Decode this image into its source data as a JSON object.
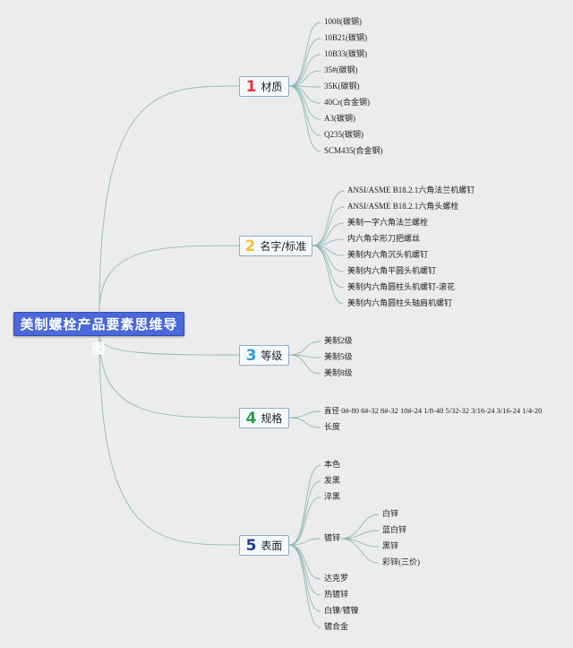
{
  "root": {
    "title": "美制螺栓产品要素思维导图"
  },
  "branches": [
    {
      "num": "1",
      "label": "材质",
      "color": "#e8343c",
      "items": [
        "1008(碳钢)",
        "10B21(碳钢)",
        "10B33(碳钢)",
        "35#(碳钢)",
        "35K(碳钢)",
        "40Cr(合金钢)",
        "A3(碳钢)",
        "Q235(碳钢)",
        "SCM435(合金钢)"
      ]
    },
    {
      "num": "2",
      "label": "名字/标准",
      "color": "#f2c032",
      "items": [
        "ANSI/ASME B18.2.1六角法兰机螺钉",
        "ANSI/ASME B18.2.1六角头螺栓",
        "美制一字六角法兰螺栓",
        "内六角伞形刀把螺丝",
        "美制内六角沉头机螺钉",
        "美制内六角平圆头机螺钉",
        "美制内六角圆柱头机螺钉-滚花",
        "美制内六角圆柱头轴肩机螺钉"
      ]
    },
    {
      "num": "3",
      "label": "等级",
      "color": "#2aa0d8",
      "items": [
        "美制2级",
        "美制5级",
        "美制8级"
      ]
    },
    {
      "num": "4",
      "label": "规格",
      "color": "#27a045",
      "items": [
        "直径 0#-80 6#-32 8#-32 10#-24 1/8-40 5/32-32 3/16-24 3/16-24 1/4-20",
        "长度"
      ]
    },
    {
      "num": "5",
      "label": "表面",
      "color": "#1f3c9a",
      "items": [
        "本色",
        "发黑",
        "淬黑",
        "镀锌",
        "达克罗",
        "热镀锌",
        "白镍/镀镍",
        "镀合金"
      ],
      "sub": [
        "白锌",
        "蓝白锌",
        "黑锌",
        "彩锌(三价)"
      ]
    }
  ]
}
